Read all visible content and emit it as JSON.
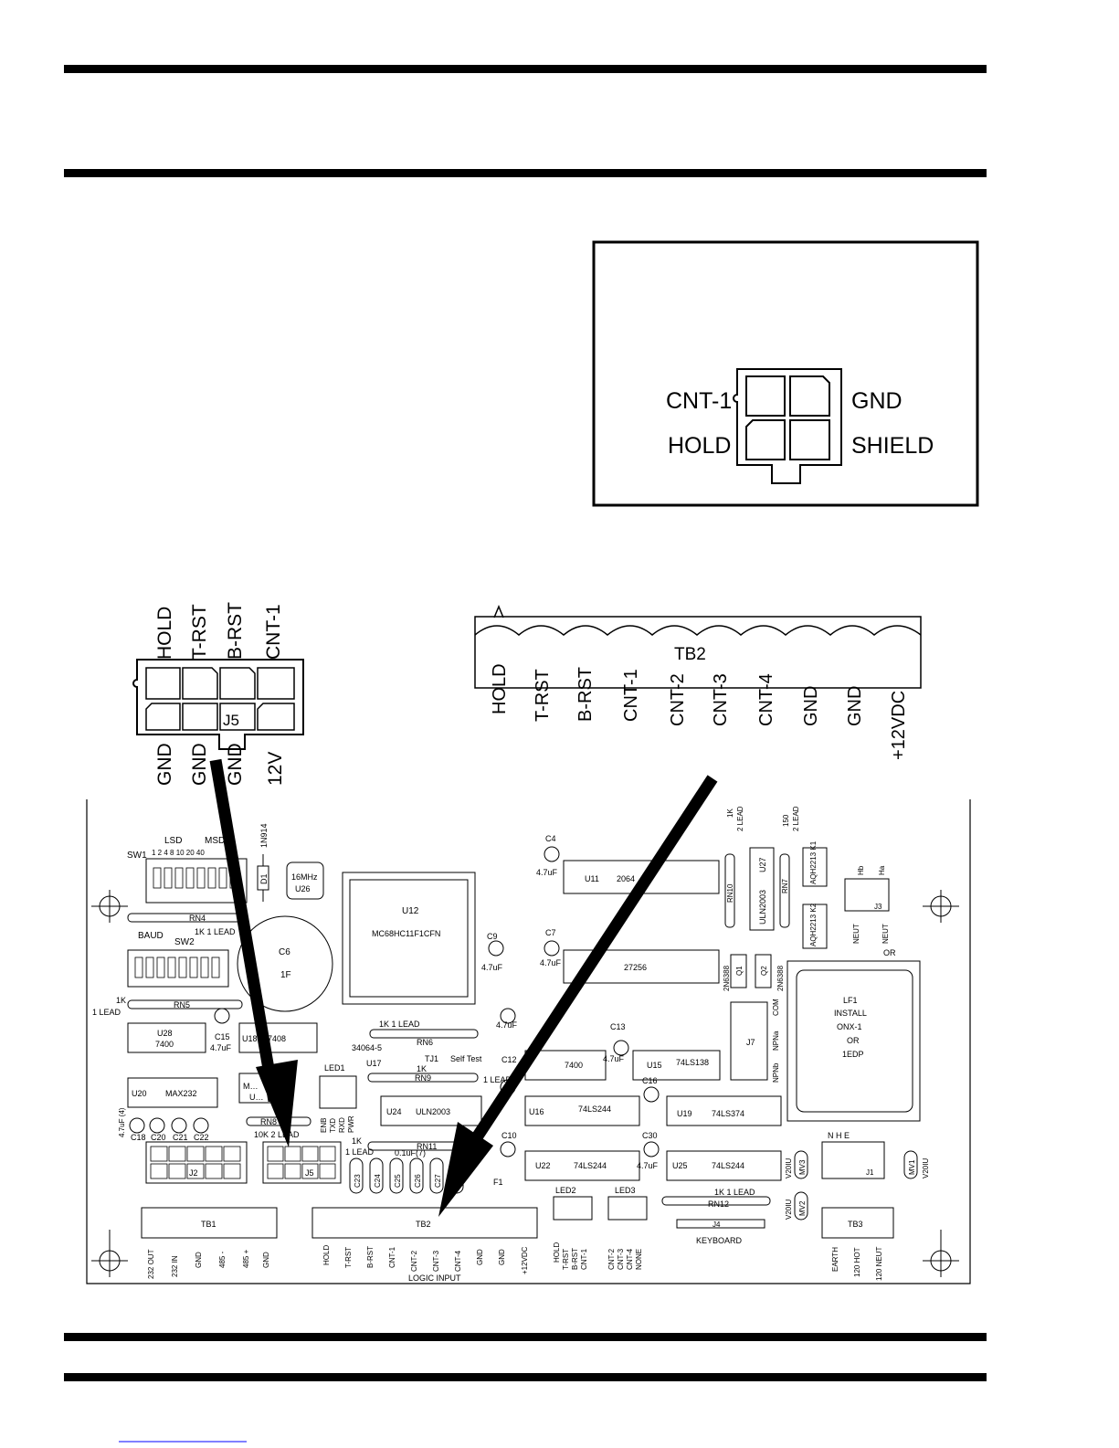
{
  "inset": {
    "left_top": "CNT-1",
    "left_bottom": "HOLD",
    "right_top": "GND",
    "right_bottom": "SHIELD"
  },
  "j5": {
    "name": "J5",
    "top_labels": [
      "HOLD",
      "T-RST",
      "B-RST",
      "CNT-1"
    ],
    "bottom_labels": [
      "GND",
      "GND",
      "GND",
      "12V"
    ]
  },
  "tb2": {
    "name": "TB2",
    "labels": [
      "HOLD",
      "T-RST",
      "B-RST",
      "CNT-1",
      "CNT-2",
      "CNT-3",
      "CNT-4",
      "GND",
      "GND",
      "+12VDC"
    ]
  },
  "board": {
    "sw1": "SW1",
    "lsd": "LSD",
    "msd": "MSD",
    "sw1_bits": "1 2 4 8 10 20 40",
    "diode": "1N914",
    "d1": "D1",
    "osc_line1": "16MHz",
    "osc_line2": "U26",
    "rn4": "RN4",
    "rn4_val": "1K 1 LEAD",
    "baud": "BAUD",
    "sw2": "SW2",
    "c6": "C6",
    "c6_val": "1F",
    "u12": "U12",
    "u12_part": "MC68HC11F1CFN",
    "c9": "C9",
    "c9_val": "4.7uF",
    "rn5_val": "1K",
    "rn5_lead": "1 LEAD",
    "rn5": "RN5",
    "u28": "U28",
    "u28_part": "7400",
    "c15": "C15",
    "c15_val": "4.7uF",
    "u18": "U18",
    "u18_part": "7408",
    "rn6_val": "1K   1 LEAD",
    "rn6": "RN6",
    "part_no": "34064-5",
    "u17": "U17",
    "tj1": "TJ1",
    "self_test": "Self Test",
    "rn9_val": "1K",
    "rn9": "RN9",
    "rn9_lead": "1 LEAD",
    "led1": "LED1",
    "led1_pins": [
      "ENB",
      "TXD",
      "RXD",
      "PWR"
    ],
    "u20": "U20",
    "u20_part": "MAX232",
    "u_mid": "M…",
    "u_mid2": "U…",
    "u24": "U24",
    "u24_part": "ULN2003",
    "cap_row_val": "4.7uF (4)",
    "c18": "C18",
    "c20": "C20",
    "c21": "C21",
    "c22": "C22",
    "rn8": "RN8",
    "rn8_val": "10K  2 LEAD",
    "j2": "J2",
    "j5": "J5",
    "rn11_val": "1K",
    "rn11_lead": "1 LEAD",
    "rn11": "RN11",
    "c_row_val": "0.1uF(7)",
    "c_row": [
      "C23",
      "C24",
      "C25",
      "C26",
      "C27"
    ],
    "f1": "F1",
    "c4": "C4",
    "c4_val": "4.7uF",
    "u11": "U11",
    "u11_part": "2064",
    "c7": "C7",
    "c7_val": "4.7uF",
    "u_27256": "27256",
    "c12_val": "4.7uF",
    "c12": "C12",
    "c13": "C13",
    "c13_val": "4.7uF",
    "u_7400b": "7400",
    "u15": "U15",
    "u15_part": "74LS138",
    "c16": "C16",
    "u16": "U16",
    "u16_part": "74LS244",
    "u19": "U19",
    "u19_part": "74LS374",
    "c10": "C10",
    "c30": "C30",
    "c30_val": "4.7uF",
    "u22": "U22",
    "u22_part": "74LS244",
    "u25": "U25",
    "u25_part": "74LS244",
    "rn10_val": "1K",
    "rn10_lead": "2 LEAD",
    "rn10": "RN10",
    "u27": "U27",
    "u27_part": "ULN2003",
    "rn7_val": "150",
    "rn7_lead": "2 LEAD",
    "rn7": "RN7",
    "k1": "AQH2213 K1",
    "k2": "AQH2213 K2",
    "hb": "Hb",
    "ha": "Ha",
    "j3": "J3",
    "neut1": "NEUT",
    "neut2": "NEUT",
    "or": "OR",
    "q1_type": "2N6388",
    "q1": "Q1",
    "q2": "Q2",
    "q2_type": "2N6388",
    "j7": "J7",
    "com": "COM",
    "npna": "NPNa",
    "npnb": "NPNb",
    "lf1": "LF1",
    "lf1_l2": "INSTALL",
    "lf1_l3": "ONX-1",
    "lf1_l4": "OR",
    "lf1_l5": "1EDP",
    "neh": "N   H   E",
    "j1": "J1",
    "v1": "V20IU",
    "mv3": "MV3",
    "mv1": "MV1",
    "v2": "V20IU",
    "v3": "V20IU",
    "mv2": "MV2",
    "rn12_val": "1K   1 LEAD",
    "rn12": "RN12",
    "j4": "J4",
    "keyboard": "KEYBOARD",
    "led2": "LED2",
    "led3": "LED3",
    "tb1": "TB1",
    "tb1_labels": [
      "232 OUT",
      "232 IN",
      "GND",
      "485 -",
      "485 +",
      "GND"
    ],
    "tb2": "TB2",
    "tb2_labels": [
      "HOLD",
      "T-RST",
      "B-RST",
      "CNT-1",
      "CNT-2",
      "CNT-3",
      "CNT-4",
      "GND",
      "GND",
      "+12VDC"
    ],
    "logic_input": "LOGIC INPUT",
    "led2_labels": [
      "HOLD",
      "T-RST",
      "B-RST",
      "CNT-1"
    ],
    "led3_labels": [
      "CNT-2",
      "CNT-3",
      "CNT-4",
      "NONE"
    ],
    "tb3": "TB3",
    "tb3_labels": [
      "EARTH",
      "120 HOT",
      "120 NEUT"
    ]
  }
}
